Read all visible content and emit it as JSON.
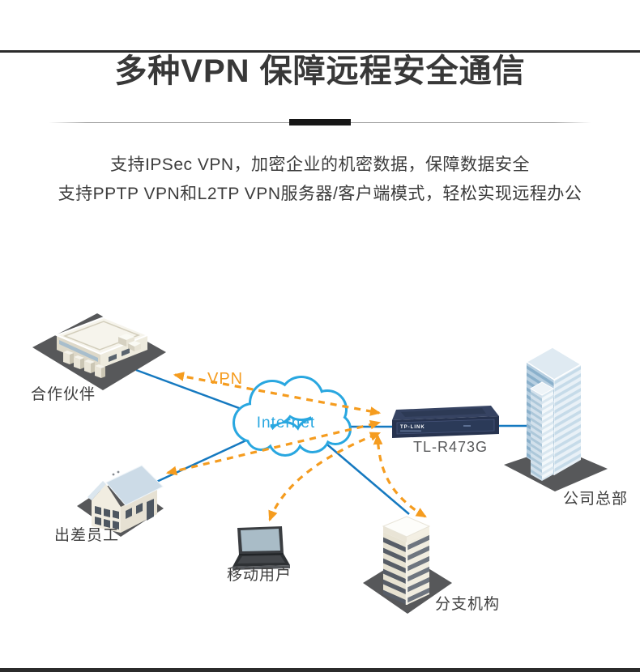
{
  "header": {
    "title": "多种VPN 保障远程安全通信",
    "description_lines": [
      "支持IPSec VPN，加密企业的机密数据，保障数据安全",
      "支持PPTP VPN和L2TP VPN服务器/客户端模式，轻松实现远程办公"
    ]
  },
  "diagram": {
    "cloud_label": "Internet",
    "tunnel_label": "VPN",
    "router": {
      "brand": "TP-LINK",
      "model": "TL-R473G"
    },
    "nodes": {
      "partner": {
        "label": "合作伙伴"
      },
      "traveler": {
        "label": "出差员工"
      },
      "mobile_user": {
        "label": "移动用户"
      },
      "branch": {
        "label": "分支机构"
      },
      "headquarters": {
        "label": "公司总部"
      }
    }
  },
  "colors": {
    "heading_text": "#383838",
    "body_text": "#3c3c3c",
    "label_text": "#3f3f3f",
    "line_blue": "#1579c0",
    "cloud_blue": "#29a7e0",
    "vpn_orange": "#f59c1f",
    "platform_gray": "#57585a",
    "router_navy": "#27334f",
    "divider_dark": "#161616",
    "edge_bar": "#2b2b2b"
  }
}
